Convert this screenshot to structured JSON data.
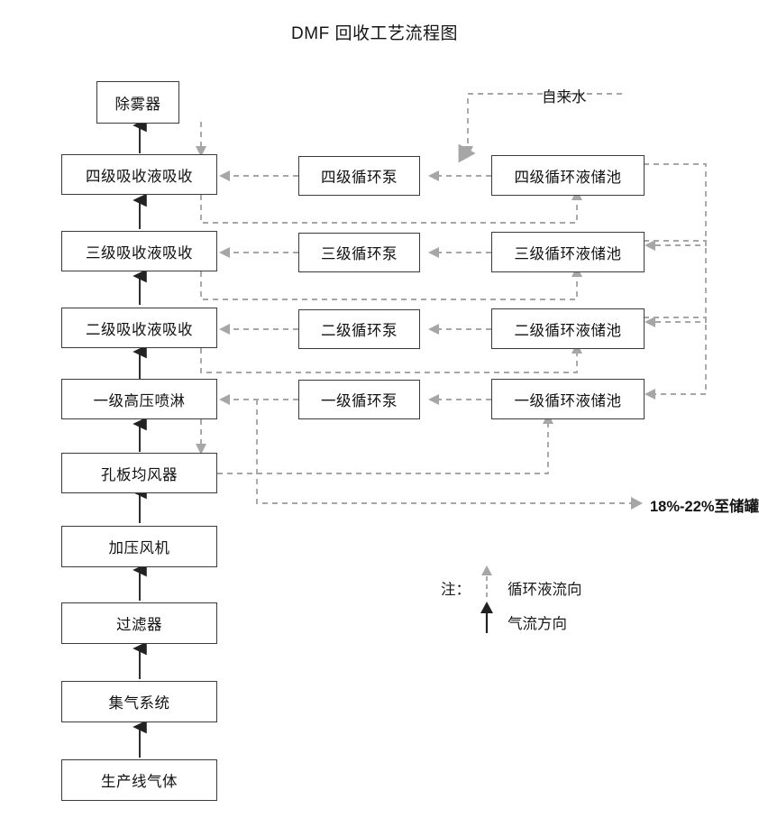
{
  "title": "DMF 回收工艺流程图",
  "colors": {
    "box_border": "#3b3b3b",
    "gas_arrow": "#222222",
    "liquid_arrow": "#a6a6a6",
    "text": "#141414",
    "background": "#ffffff"
  },
  "gas_train": [
    {
      "id": "demister",
      "label": "除雾器"
    },
    {
      "id": "abs4",
      "label": "四级吸收液吸收"
    },
    {
      "id": "abs3",
      "label": "三级吸收液吸收"
    },
    {
      "id": "abs2",
      "label": "二级吸收液吸收"
    },
    {
      "id": "spray1",
      "label": "一级高压喷淋"
    },
    {
      "id": "plate",
      "label": "孔板均风器"
    },
    {
      "id": "fan",
      "label": "加压风机"
    },
    {
      "id": "filter",
      "label": "过滤器"
    },
    {
      "id": "collector",
      "label": "集气系统"
    },
    {
      "id": "source",
      "label": "生产线气体"
    }
  ],
  "pumps": [
    {
      "id": "pump4",
      "label": "四级循环泵"
    },
    {
      "id": "pump3",
      "label": "三级循环泵"
    },
    {
      "id": "pump2",
      "label": "二级循环泵"
    },
    {
      "id": "pump1",
      "label": "一级循环泵"
    }
  ],
  "tanks": [
    {
      "id": "tank4",
      "label": "四级循环液储池"
    },
    {
      "id": "tank3",
      "label": "三级循环液储池"
    },
    {
      "id": "tank2",
      "label": "二级循环液储池"
    },
    {
      "id": "tank1",
      "label": "一级循环液储池"
    }
  ],
  "annotations": {
    "tap_water": "自来水",
    "to_storage": "18%-22%至储罐"
  },
  "legend": {
    "note_label": "注：",
    "liquid_flow": "循环液流向",
    "gas_flow": "气流方向"
  }
}
